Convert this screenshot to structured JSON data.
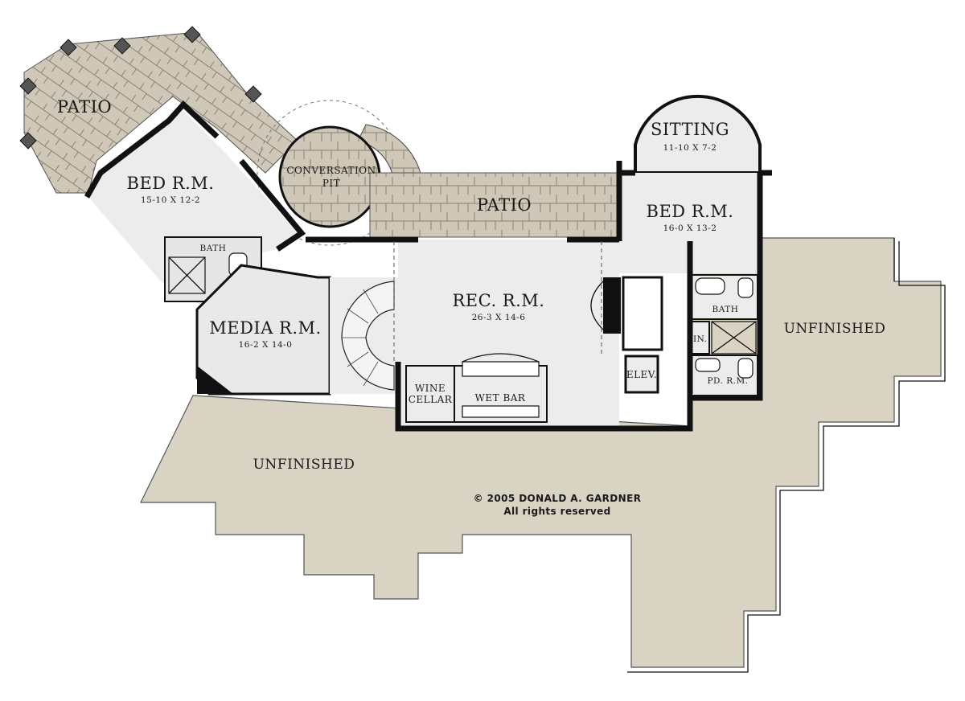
{
  "plan": {
    "copyright": "© 2005 DONALD A. GARDNER",
    "rights": "All rights reserved",
    "rooms": {
      "patio_left": {
        "name": "PATIO"
      },
      "patio_center": {
        "name": "PATIO"
      },
      "conversation_pit": {
        "name_line1": "CONVERSATION",
        "name_line2": "PIT"
      },
      "bed_left": {
        "name": "BED R.M.",
        "dims": "15-10 X 12-2"
      },
      "bath_left": {
        "name": "BATH"
      },
      "media": {
        "name": "MEDIA R.M.",
        "dims": "16-2 X 14-0"
      },
      "rec": {
        "name": "REC. R.M.",
        "dims": "26-3 X 14-6"
      },
      "wine_cellar": {
        "name_line1": "WINE",
        "name_line2": "CELLAR"
      },
      "wet_bar": {
        "name": "WET BAR"
      },
      "elevator": {
        "name": "ELEV."
      },
      "sitting": {
        "name": "SITTING",
        "dims": "11-10 X 7-2"
      },
      "bed_right": {
        "name": "BED R.M.",
        "dims": "16-0 X 13-2"
      },
      "bath_right": {
        "name": "BATH"
      },
      "linen": {
        "name": "LIN."
      },
      "powder": {
        "name": "PD. R.M."
      },
      "unfinished_right": {
        "name": "UNFINISHED"
      },
      "unfinished_bottom": {
        "name": "UNFINISHED"
      }
    },
    "colors": {
      "unfinished": "#d9d3c4",
      "patio": "#cfc7b7",
      "room_fill": "#ececec",
      "wall": "#111111"
    }
  }
}
